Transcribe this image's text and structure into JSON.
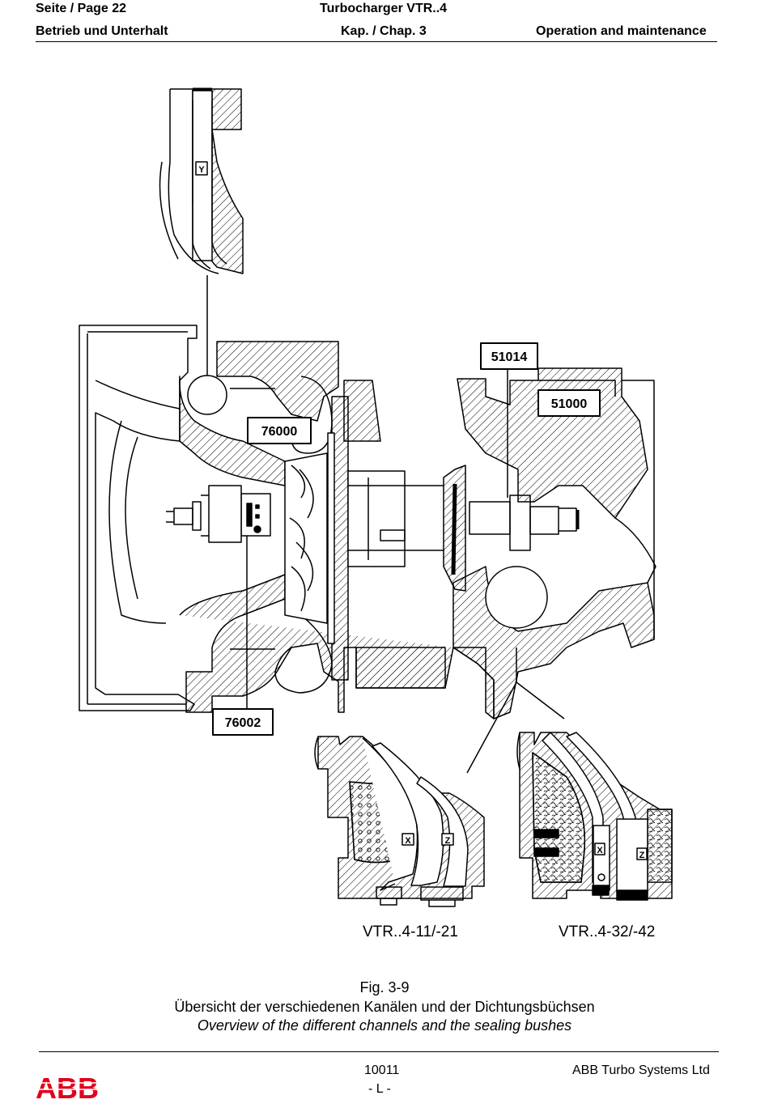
{
  "header": {
    "page": "Seite / Page  22",
    "doc_title": "Turbocharger VTR..4",
    "section_de": "Betrieb und Unterhalt",
    "chapter": "Kap. / Chap. 3",
    "section_en": "Operation and maintenance"
  },
  "figure": {
    "part_labels": [
      "51014",
      "51000",
      "76000",
      "76002"
    ],
    "inset_markers": [
      "Y",
      "X",
      "Z",
      "X",
      "Z"
    ],
    "variant_left": "VTR..4-11/-21",
    "variant_right": "VTR..4-32/-42",
    "fig_number": "Fig. 3-9",
    "caption_de": "Übersicht der verschiedenen Kanälen und der Dichtungsbüchsen",
    "caption_en": "Overview of the different channels and the sealing bushes"
  },
  "footer": {
    "logo": "ABB",
    "doc_number": "10011",
    "revision": "- L -",
    "company": "ABB Turbo Systems Ltd"
  },
  "colors": {
    "ink": "#000000",
    "logo_red": "#e2001a",
    "paper": "#ffffff"
  }
}
